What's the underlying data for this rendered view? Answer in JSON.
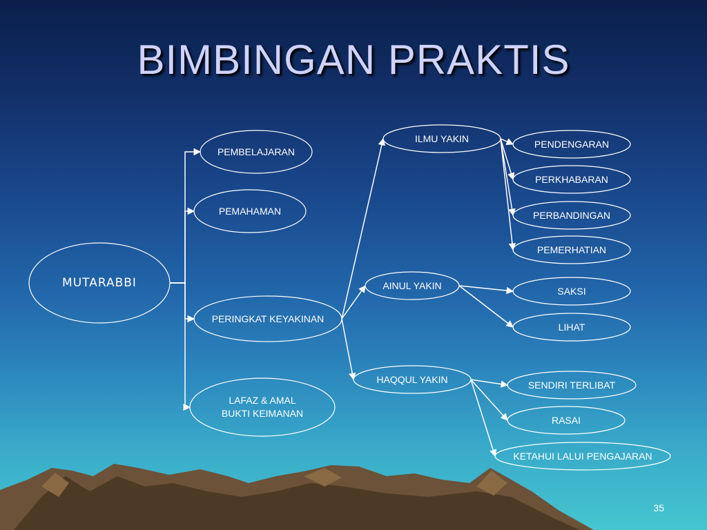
{
  "slide": {
    "title": "BIMBINGAN PRAKTIS",
    "slide_number": "35"
  },
  "colors": {
    "line": "#ffffff",
    "text": "#ffffff",
    "title": "#cfd3ff"
  },
  "nodes": {
    "root": "MUTARABBI",
    "pembelajaran": "PEMBELAJARAN",
    "pemahaman": "PEMAHAMAN",
    "peringkat": "PERINGKAT KEYAKINAN",
    "lafaz": "LAFAZ & AMAL\nBUKTI KEIMANAN",
    "ilmu": "ILMU YAKIN",
    "ainul": "AINUL YAKIN",
    "haqqul": "HAQQUL YAKIN",
    "pendengaran": "PENDENGARAN",
    "perkhabaran": "PERKHABARAN",
    "perbandingan": "PERBANDINGAN",
    "pemerhatian": "PEMERHATIAN",
    "saksi": "SAKSI",
    "lihat": "LIHAT",
    "sendiri": "SENDIRI TERLIBAT",
    "rasai": "RASAI",
    "ketahui": "KETAHUI LALUI PENGAJARAN"
  },
  "edges": [
    [
      "root",
      "pembelajaran"
    ],
    [
      "root",
      "pemahaman"
    ],
    [
      "root",
      "peringkat"
    ],
    [
      "root",
      "lafaz"
    ],
    [
      "peringkat",
      "ilmu"
    ],
    [
      "peringkat",
      "ainul"
    ],
    [
      "peringkat",
      "haqqul"
    ],
    [
      "ilmu",
      "pendengaran"
    ],
    [
      "ilmu",
      "perkhabaran"
    ],
    [
      "ilmu",
      "perbandingan"
    ],
    [
      "ilmu",
      "pemerhatian"
    ],
    [
      "ainul",
      "saksi"
    ],
    [
      "ainul",
      "lihat"
    ],
    [
      "haqqul",
      "sendiri"
    ],
    [
      "haqqul",
      "rasai"
    ],
    [
      "haqqul",
      "ketahui"
    ]
  ]
}
